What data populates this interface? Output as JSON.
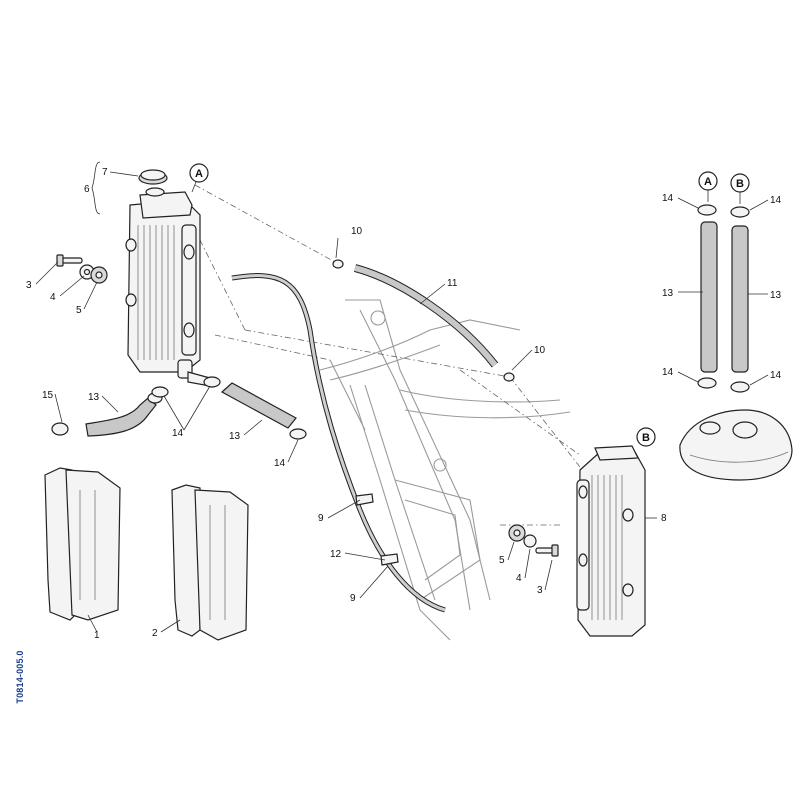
{
  "reference_code": "T0814-005.0",
  "callouts": {
    "c1": "1",
    "c2": "2",
    "c3a": "3",
    "c3b": "3",
    "c4a": "4",
    "c4b": "4",
    "c5a": "5",
    "c5b": "5",
    "c6": "6",
    "c7": "7",
    "c8": "8",
    "c9a": "9",
    "c9b": "9",
    "c10a": "10",
    "c10b": "10",
    "c11": "11",
    "c12": "12",
    "c13a": "13",
    "c13b": "13",
    "c13c": "13",
    "c14a": "14",
    "c14b": "14",
    "c14c": "14",
    "c14d": "14",
    "c14e": "14",
    "c14f": "14",
    "c15": "15"
  },
  "connectors": {
    "a_left": "A",
    "b_right": "B",
    "a_hose": "A",
    "b_hose": "B"
  }
}
